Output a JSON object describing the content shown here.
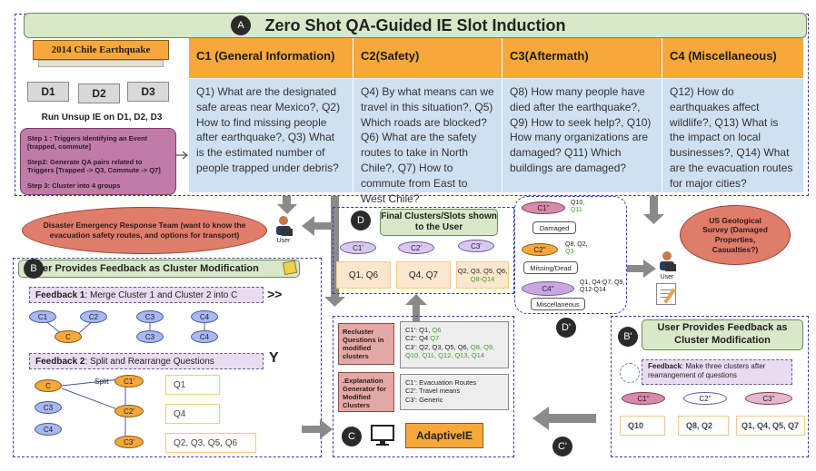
{
  "header": {
    "badge": "A",
    "title": "Zero Shot QA-Guided IE Slot Induction"
  },
  "event": {
    "title": "2014 Chile Earthquake"
  },
  "docs": [
    "D1",
    "D2",
    "D3"
  ],
  "run_label": "Run Unsup IE on D1, D2, D3",
  "steps": [
    "Step 1 : Triggers Identifying an Event [trapped, commute]",
    "Step2: Generate QA pairs related to Triggers [Trapped -> Q3, Commute -> Q7]",
    "Step 3: Cluster into 4 groups"
  ],
  "clusters": [
    {
      "head": "C1 (General Information)",
      "body": "Q1) What are the designated safe areas near Mexico?, Q2) How to find missing people after earthquake?, Q3) What is the estimated number of people trapped under debris?"
    },
    {
      "head": "C2(Safety)",
      "body": "Q4) By what means can we travel in this situation?, Q5) Which roads are blocked? Q6) What are the safety routes to take in North Chile?, Q7) How to commute from East to West Chile?"
    },
    {
      "head": "C3(Aftermath)",
      "body": "Q8) How many people have died after the earthquake?, Q9) How to seek help?, Q10) How many organizations are damaged? Q11) Which buildings are damaged?"
    },
    {
      "head": "C4 (Miscellaneous)",
      "body": "Q12) How do earthquakes affect wildlife?, Q13) What is the impact on local businesses?, Q14) What are the evacuation routes for major cities?"
    }
  ],
  "cloud_left": "Disaster Emergency Response Team (want to know the evacuation safety routes, and options for transport)",
  "cloud_right": "US Geological Survey (Damaged Properties, Casualties?)",
  "user_label": "User",
  "section_b": {
    "badge": "B",
    "title": "User Provides Feedback as Cluster Modification",
    "feedback1_bold": "Feedback 1",
    "feedback1_text": ": Merge Cluster 1 and Cluster 2 into C",
    "feedback2_bold": "Feedback 2",
    "feedback2_text": ": Split and Rearrange Questions",
    "split_label": "Split",
    "nodes": {
      "c1": "C1",
      "c2": "C2",
      "c3": "C3",
      "c4": "C4",
      "c": "C",
      "c1p": "C1'",
      "c2p": "C2'",
      "c3p": "C3'"
    },
    "questions": [
      "Q1",
      "Q4",
      "Q2, Q3, Q5, Q6"
    ]
  },
  "section_d": {
    "badge": "D",
    "title": "Final Clusters/Slots shown to the User",
    "nodes": [
      "C1'",
      "C2'",
      "C3'"
    ],
    "qs": [
      "Q1, Q6",
      "Q4, Q7"
    ],
    "q3_black": "Q2, Q3, Q5, Q6,",
    "q3_green": "Q8-Q14"
  },
  "section_dp": {
    "badge": "D'",
    "items": [
      {
        "node": "C1''",
        "qs_black": "Q10,",
        "qs_green": "Q11",
        "label": "Damaged"
      },
      {
        "node": "C2''",
        "qs_black": "Q8, Q2,",
        "qs_green": "Q3",
        "label": "Missing/Dead"
      },
      {
        "node": "C4''",
        "qs_black": "Q1, Q4-Q7, Q9, Q12-Q14",
        "qs_green": "",
        "label": "Miscellaneous"
      }
    ]
  },
  "section_c": {
    "badge": "C",
    "recluster_label": "Recluster Questions in modified clusters",
    "recluster_lines": [
      {
        "black": "C1': Q1,",
        "green": "Q6"
      },
      {
        "black": "C2': Q4",
        "green": "Q7"
      },
      {
        "black": "C3': Q2, Q3, Q5, Q6,",
        "green": "Q8, Q9, Q10, Q11, Q12, Q13, Q14"
      }
    ],
    "explain_label": ".Explanation Generator for Modified Clusters",
    "explain_lines": [
      "C1': Evacuation Routes",
      "C2': Travel means",
      "C3': Generic"
    ],
    "system": "AdaptiveIE"
  },
  "section_bp": {
    "badge": "B'",
    "title": "User Provides Feedback as Cluster Modification",
    "feedback_bold": "Feedback",
    "feedback_text": ": Make three clusters after rearrangement of questions",
    "nodes": [
      "C1''",
      "C2''",
      "C3''"
    ],
    "qs": [
      "Q10",
      "Q8, Q2",
      "Q1, Q4, Q5, Q7"
    ]
  },
  "badge_cp": "C'",
  "colors": {
    "orange": "#f6a83a",
    "blue_cell": "#cfe0f2",
    "purple": "#c07ba8",
    "green_text": "#4a9a2a",
    "dashed": "#3a3aa8"
  }
}
